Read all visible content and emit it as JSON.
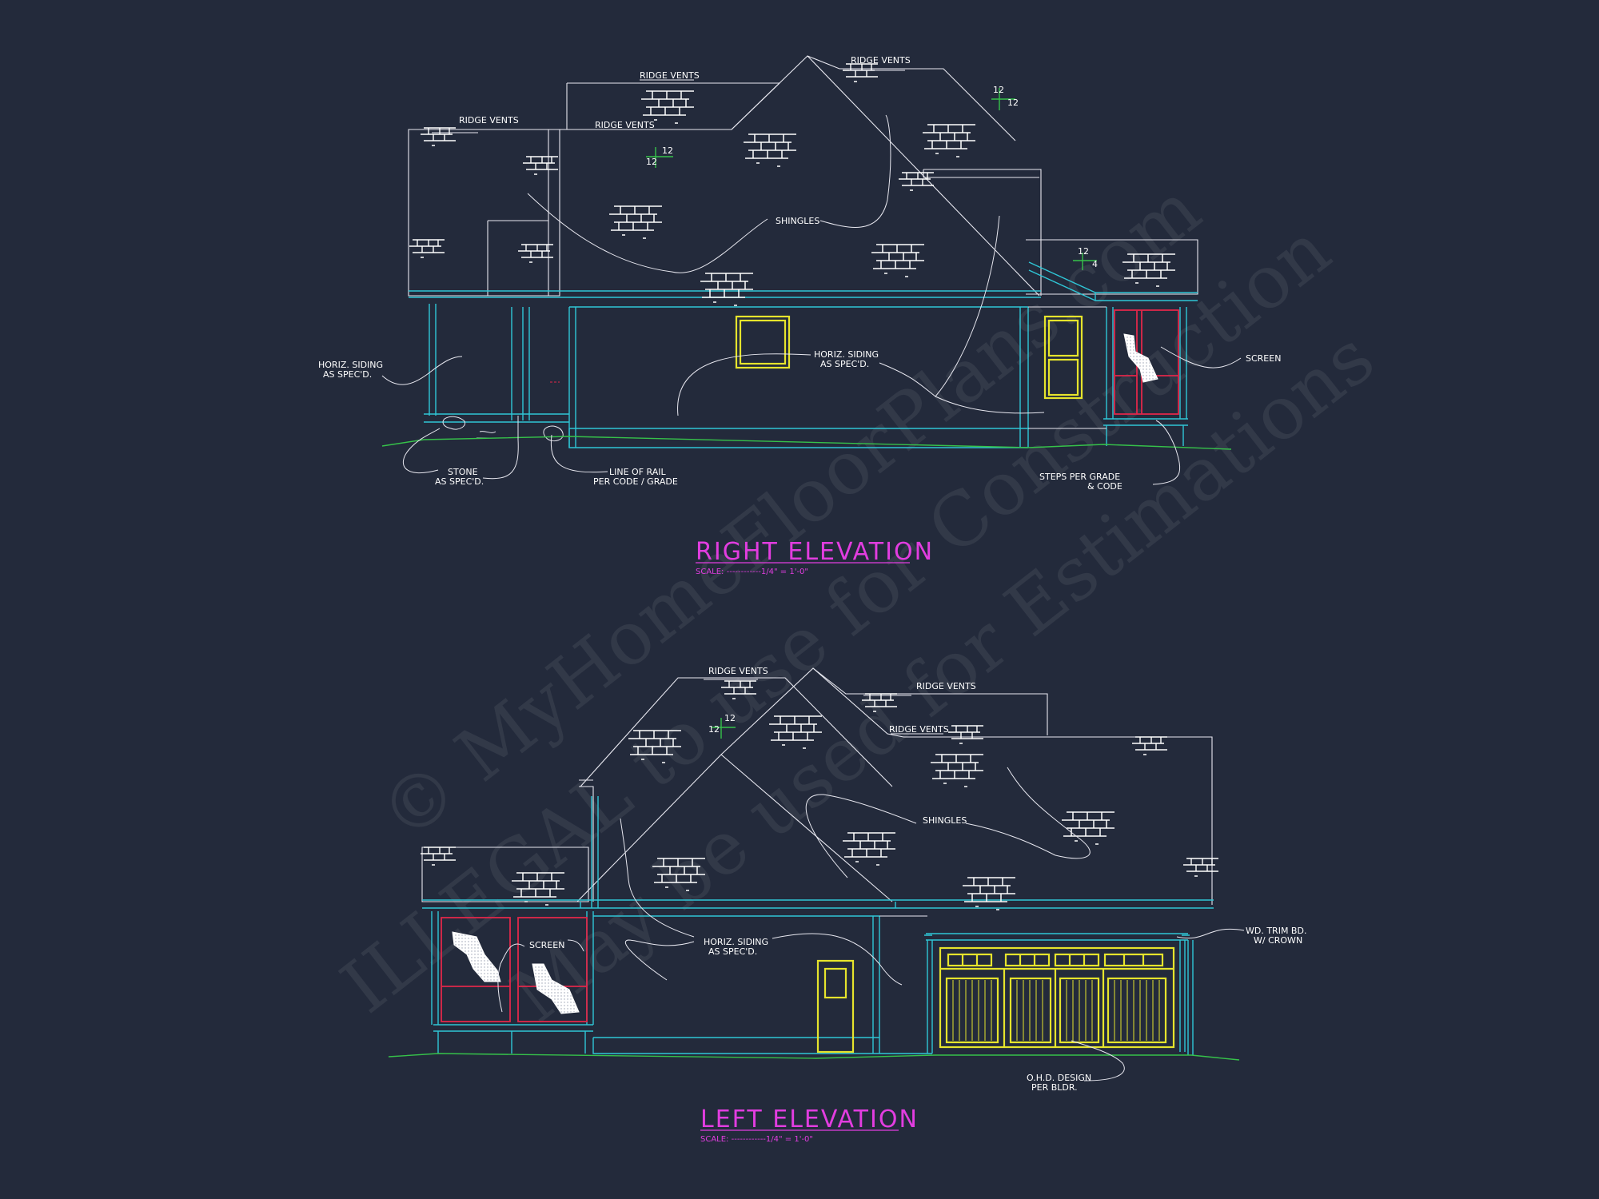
{
  "drawings": {
    "right": {
      "title": "RIGHT ELEVATION",
      "scale": "SCALE: ------------1/4\" = 1'-0\"",
      "labels": {
        "ridge_vents_1": "RIDGE VENTS",
        "ridge_vents_2": "RIDGE VENTS",
        "ridge_vents_3": "RIDGE VENTS",
        "ridge_vents_4": "RIDGE VENTS",
        "shingles": "SHINGLES",
        "horiz_siding_left_1": "HORIZ. SIDING",
        "horiz_siding_left_2": "AS SPEC'D.",
        "horiz_siding_mid_1": "HORIZ. SIDING",
        "horiz_siding_mid_2": "AS SPEC'D.",
        "screen": "SCREEN",
        "stone_1": "STONE",
        "stone_2": "AS SPEC'D.",
        "rail_1": "LINE OF RAIL",
        "rail_2": "PER CODE / GRADE",
        "steps_1": "STEPS PER GRADE",
        "steps_2": "& CODE",
        "pitch_a_1": "12",
        "pitch_a_2": "12",
        "pitch_b_1": "12",
        "pitch_b_2": "12",
        "pitch_c_1": "12",
        "pitch_c_2": "4"
      }
    },
    "left": {
      "title": "LEFT ELEVATION",
      "scale": "SCALE: ------------1/4\" = 1'-0\"",
      "labels": {
        "ridge_vents_1": "RIDGE VENTS",
        "ridge_vents_2": "RIDGE VENTS",
        "ridge_vents_3": "RIDGE VENTS",
        "shingles": "SHINGLES",
        "screen": "SCREEN",
        "horiz_siding_1": "HORIZ. SIDING",
        "horiz_siding_2": "AS SPEC'D.",
        "trim_1": "WD. TRIM BD.",
        "trim_2": "W/ CROWN",
        "ohd_1": "O.H.D. DESIGN",
        "ohd_2": "PER BLDR.",
        "pitch_1": "12",
        "pitch_2": "12"
      }
    }
  },
  "watermark": {
    "line1": "© MyHomeFloorPlans.com",
    "line2": "ILLEGAL to use for Construction",
    "line3": "May be used for Estimations"
  },
  "colors": {
    "background": "#232a3b",
    "roof_lines": "#e8e8f0",
    "walls": "#2fc6d6",
    "windows_doors": "#e6e42c",
    "screen_porch": "#e0274a",
    "grade": "#36c24a",
    "titles": "#e23de0"
  }
}
